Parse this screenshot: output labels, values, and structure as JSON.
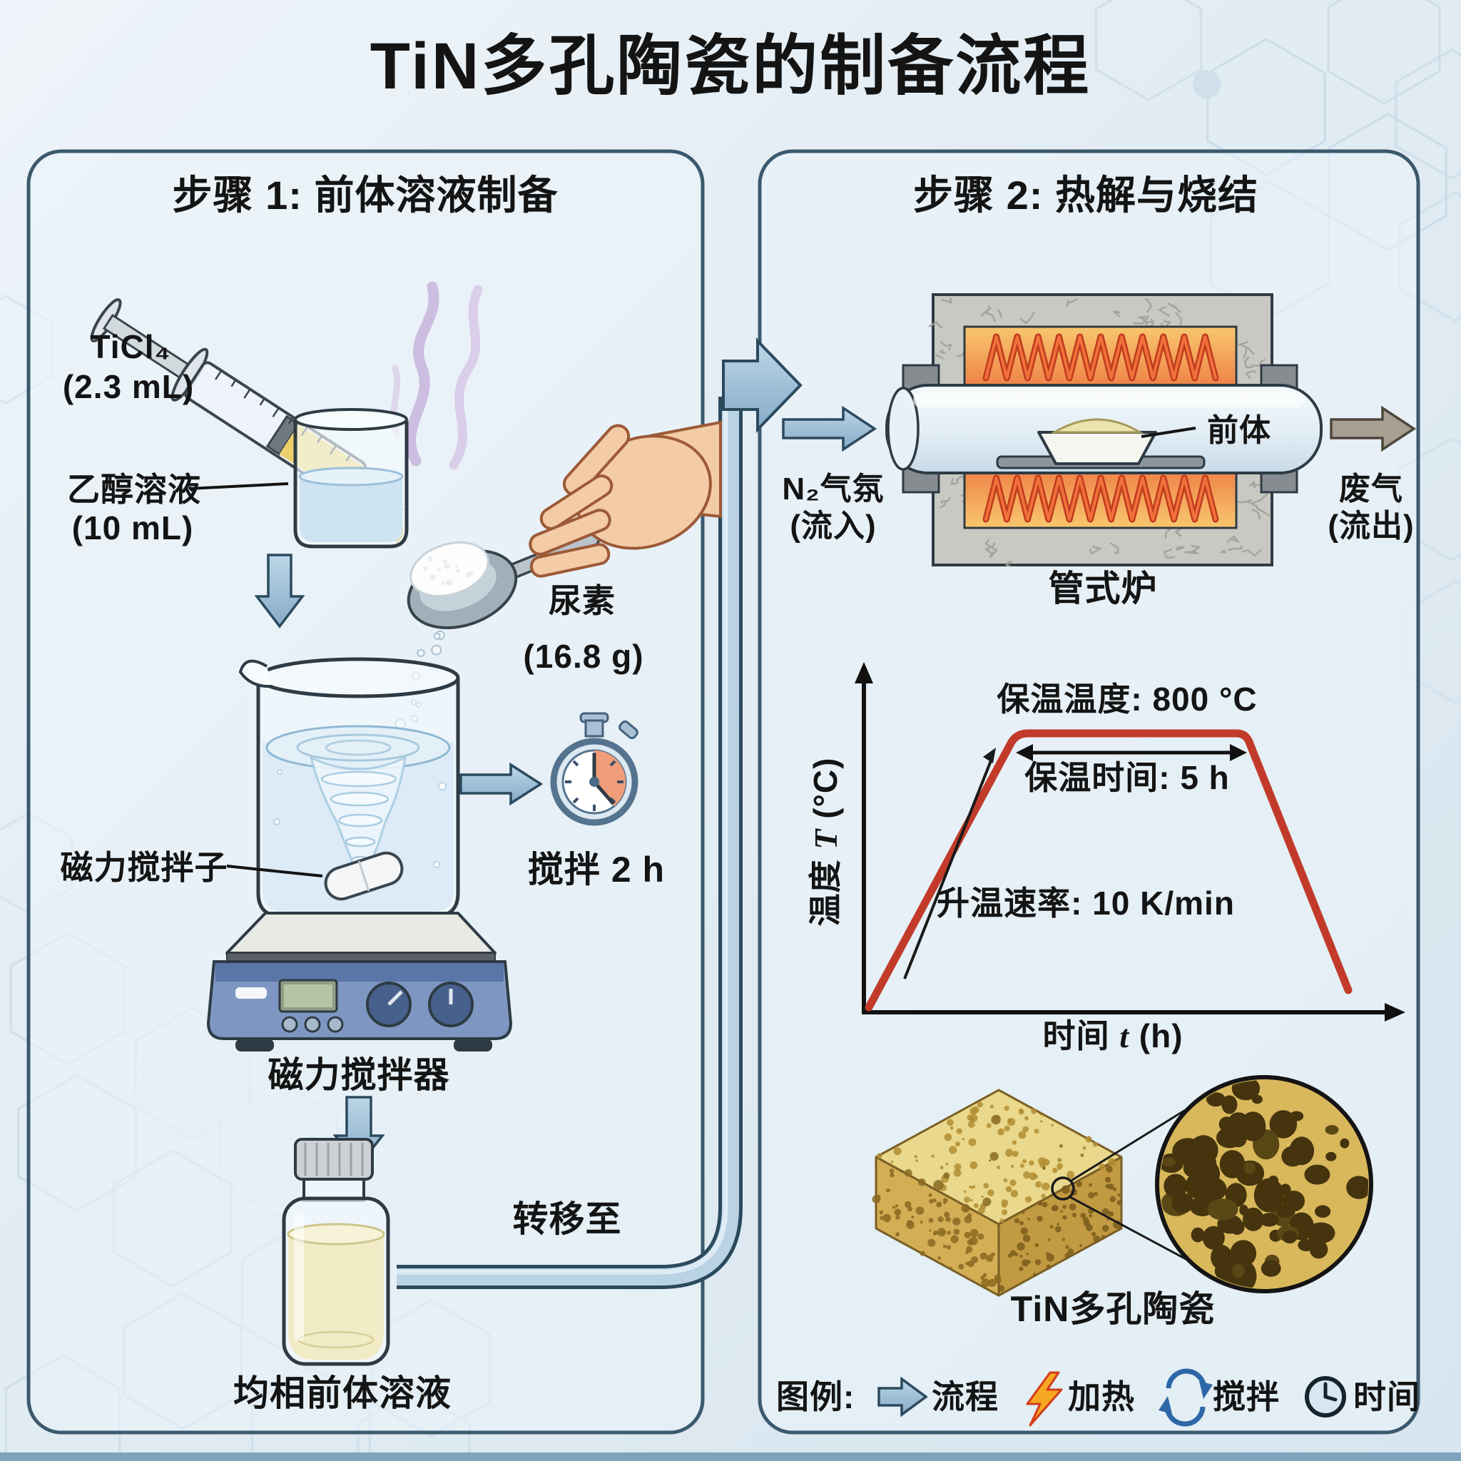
{
  "title": "TiN多孔陶瓷的制备流程",
  "colors": {
    "panel_border": "#3c5a6e",
    "flow_arrow_blue": "#9fc2da",
    "profile_line_red": "#c23b2a",
    "heating_orange": "#f5a04a",
    "coil_red": "#c03a1f",
    "smoke_purple": "#c9b4dd",
    "sponge_yellow": "#d9b85c",
    "liquid_yellow": "#f1ecc6"
  },
  "step1": {
    "header": "步骤 1: 前体溶液制备",
    "syringe_reagent": "TiCl₄",
    "syringe_amount": "(2.3 mL)",
    "ethanol_label": "乙醇溶液",
    "ethanol_amount": "(10 mL)",
    "urea_label": "尿素",
    "urea_amount": "(16.8 g)",
    "stir_bar_label": "磁力搅拌子",
    "stir_time_label": "搅拌 2 h",
    "stirrer_label": "磁力搅拌器",
    "bottle_label": "均相前体溶液",
    "transfer_label": "转移至"
  },
  "step2": {
    "header": "步骤 2: 热解与烧结",
    "n2_label_line1": "N₂气氛",
    "n2_label_line2": "(流入)",
    "precursor_label": "前体",
    "exhaust_label_line1": "废气",
    "exhaust_label_line2": "(流出)",
    "furnace_label": "管式炉",
    "product_label": "TiN多孔陶瓷"
  },
  "chart_data": {
    "type": "line",
    "xlabel": "时间 t (h)",
    "ylabel": "温度 T (°C)",
    "xlabel_parts": {
      "pre": "时间 ",
      "var": "t",
      "post": " (h)"
    },
    "ylabel_parts": {
      "pre": "温度 ",
      "var": "T",
      "post": " (°C)"
    },
    "series": [
      {
        "name": "sintering-temperature-profile",
        "x_h": [
          0,
          1.3,
          6.3,
          8
        ],
        "y_c": [
          25,
          800,
          800,
          25
        ]
      }
    ],
    "hold_temperature_c": 800,
    "hold_time_h": 5,
    "ramp_rate": "10 K/min",
    "annotations": [
      {
        "label": "保温温度: 800 °C"
      },
      {
        "label": "保温时间: 5 h"
      },
      {
        "label": "升温速率: 10 K/min"
      }
    ],
    "line_color": "#c23b2a",
    "grid": false,
    "legend_position": "none"
  },
  "legend": {
    "title": "图例:",
    "items": [
      {
        "icon": "flow-arrow-icon",
        "label": "流程"
      },
      {
        "icon": "lightning-icon",
        "label": "加热"
      },
      {
        "icon": "rotate-icon",
        "label": "搅拌"
      },
      {
        "icon": "clock-icon",
        "label": "时间"
      }
    ]
  }
}
